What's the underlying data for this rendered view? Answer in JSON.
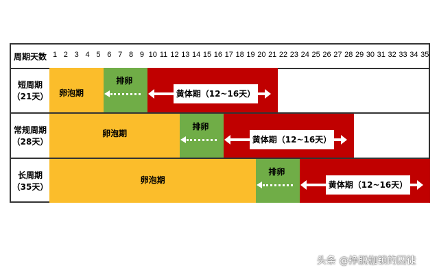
{
  "header": {
    "label": "周期天数",
    "days": [
      1,
      2,
      3,
      4,
      5,
      6,
      7,
      8,
      9,
      10,
      11,
      12,
      13,
      14,
      15,
      16,
      17,
      18,
      19,
      20,
      21,
      22,
      23,
      24,
      25,
      26,
      27,
      28,
      29,
      30,
      31,
      32,
      33,
      34,
      35
    ]
  },
  "colors": {
    "follicular": "#FBBD2B",
    "ovulation": "#70AD47",
    "luteal": "#C00000"
  },
  "phase_labels": {
    "follicular": "卵泡期",
    "ovulation": "排卵",
    "luteal": "黄体期（12~16天）"
  },
  "rows": [
    {
      "name": "短周期",
      "days": "（21天）",
      "follicular": [
        1,
        5
      ],
      "ovulation": [
        6,
        9
      ],
      "luteal": [
        10,
        21
      ]
    },
    {
      "name": "常规周期",
      "days": "（28天）",
      "follicular": [
        1,
        12
      ],
      "ovulation": [
        13,
        16
      ],
      "luteal": [
        17,
        28
      ]
    },
    {
      "name": "长周期",
      "days": "（35天）",
      "follicular": [
        1,
        19
      ],
      "ovulation": [
        20,
        23
      ],
      "luteal": [
        24,
        35
      ]
    }
  ],
  "watermark": "头条 @挣脱枷锁的囚徒"
}
